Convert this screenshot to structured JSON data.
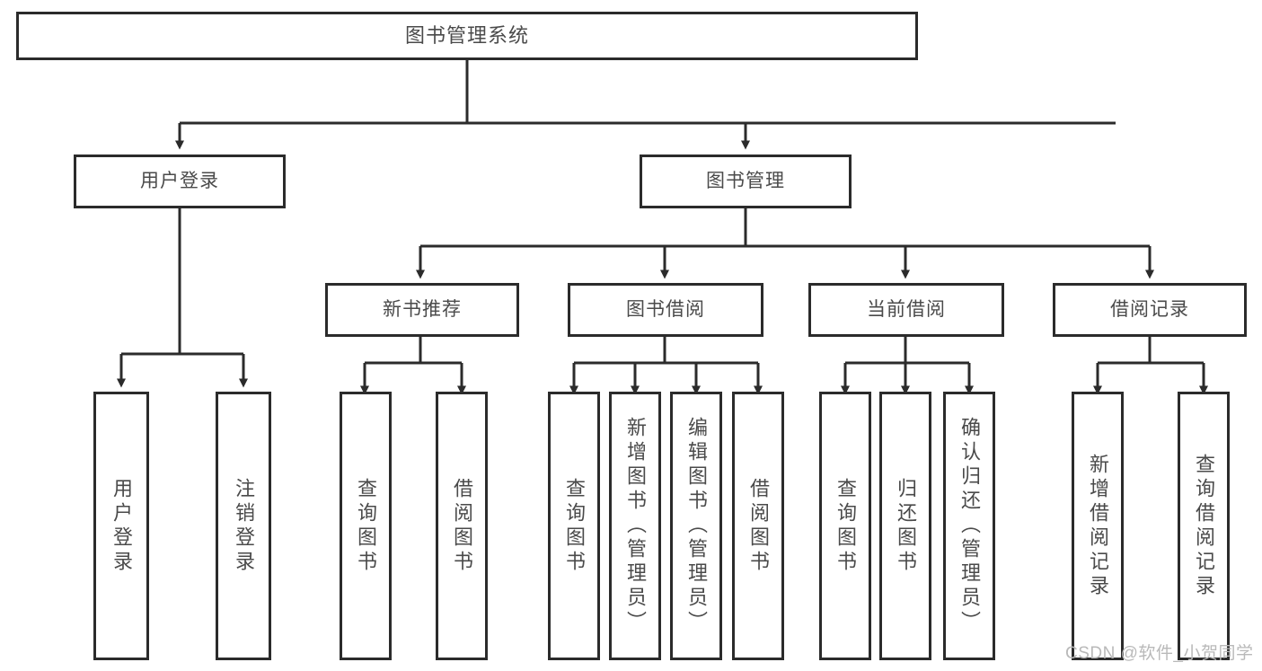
{
  "diagram": {
    "type": "tree",
    "title": "图书管理系统",
    "watermark": "CSDN @软件_小贺同学",
    "root": {
      "label": "图书管理系统"
    },
    "level2": [
      {
        "id": "user-login",
        "label": "用户登录"
      },
      {
        "id": "book-manage",
        "label": "图书管理"
      }
    ],
    "level3": [
      {
        "id": "new-book-recommend",
        "label": "新书推荐",
        "parent": "book-manage"
      },
      {
        "id": "book-borrow",
        "label": "图书借阅",
        "parent": "book-manage"
      },
      {
        "id": "current-borrow",
        "label": "当前借阅",
        "parent": "book-manage"
      },
      {
        "id": "borrow-record",
        "label": "借阅记录",
        "parent": "book-manage"
      }
    ],
    "leaves": [
      {
        "id": "leaf-user-login",
        "label": "用户登录",
        "parent": "user-login"
      },
      {
        "id": "leaf-user-logout",
        "label": "注销登录",
        "parent": "user-login"
      },
      {
        "id": "leaf-query-book-1",
        "label": "查询图书",
        "parent": "new-book-recommend"
      },
      {
        "id": "leaf-borrow-book-1",
        "label": "借阅图书",
        "parent": "new-book-recommend"
      },
      {
        "id": "leaf-query-book-2",
        "label": "查询图书",
        "parent": "book-borrow"
      },
      {
        "id": "leaf-add-book",
        "label": "新增图书（管理员）",
        "parent": "book-borrow"
      },
      {
        "id": "leaf-edit-book",
        "label": "编辑图书（管理员）",
        "parent": "book-borrow"
      },
      {
        "id": "leaf-borrow-book-2",
        "label": "借阅图书",
        "parent": "book-borrow"
      },
      {
        "id": "leaf-query-book-3",
        "label": "查询图书",
        "parent": "current-borrow"
      },
      {
        "id": "leaf-return-book",
        "label": "归还图书",
        "parent": "current-borrow"
      },
      {
        "id": "leaf-confirm-return",
        "label": "确认归还（管理员）",
        "parent": "current-borrow"
      },
      {
        "id": "leaf-add-record",
        "label": "新增借阅记录",
        "parent": "borrow-record"
      },
      {
        "id": "leaf-query-record",
        "label": "查询借阅记录",
        "parent": "borrow-record"
      }
    ],
    "colors": {
      "box_border": "#2b2b2b",
      "box_fill": "#ffffff",
      "text": "#4a4a4a",
      "connector": "#2b2b2b",
      "watermark": "#b9b9b9",
      "background": "#ffffff"
    }
  }
}
